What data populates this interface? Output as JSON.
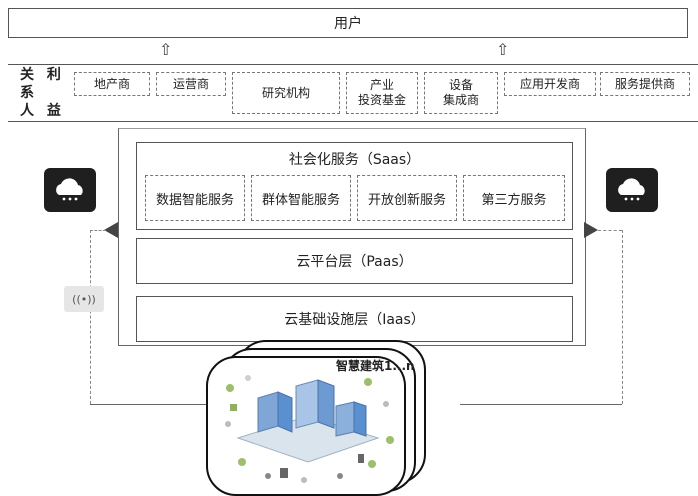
{
  "user_label": "用户",
  "arrow_glyph": "⇧",
  "stakeholders": {
    "title_line1": "关 利",
    "title_line2": "系",
    "title_line3": "人 益",
    "items": [
      "地产商",
      "运营商",
      "研究机构",
      "产业\n投资基金",
      "设备\n集成商",
      "应用开发商",
      "服务提供商"
    ]
  },
  "saas": {
    "title": "社会化服务（Saas）",
    "services": [
      "数据智能服务",
      "群体智能服务",
      "开放创新服务",
      "第三方服务"
    ]
  },
  "paas_label": "云平台层（Paas）",
  "iaas_label": "云基础设施层（Iaas）",
  "building_label": "智慧建筑1...n",
  "wifi_symbol": "((•))",
  "icons": [
    "cloud-icon",
    "wifi-icon",
    "arrow-up-icon",
    "smart-building-icon"
  ],
  "colors": {
    "line": "#555555",
    "icon_bg": "#1f1f1f",
    "building_blue": "#5a8fd0"
  }
}
